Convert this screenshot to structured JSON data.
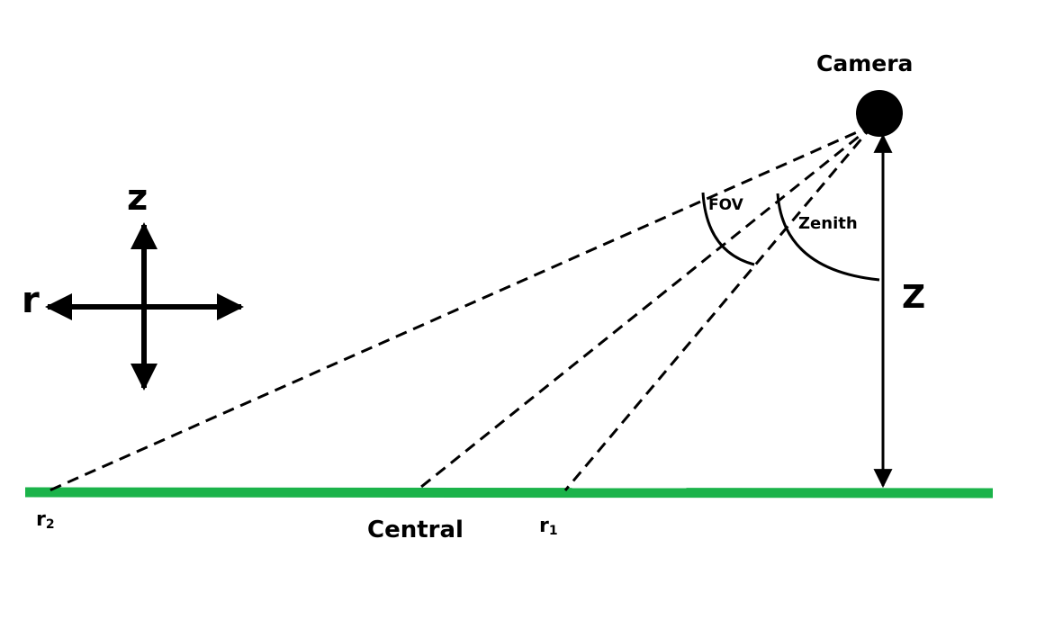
{
  "labels": {
    "camera": "Camera",
    "fov": "FOV",
    "zenith": "Zenith",
    "height": "Z",
    "axis_vertical": "z",
    "axis_horizontal": "r",
    "central": "Central",
    "r1_base": "r",
    "r1_sub": "1",
    "r2_base": "r",
    "r2_sub": "2"
  },
  "colors": {
    "ground": "#1bb34a",
    "ink": "#000000"
  }
}
